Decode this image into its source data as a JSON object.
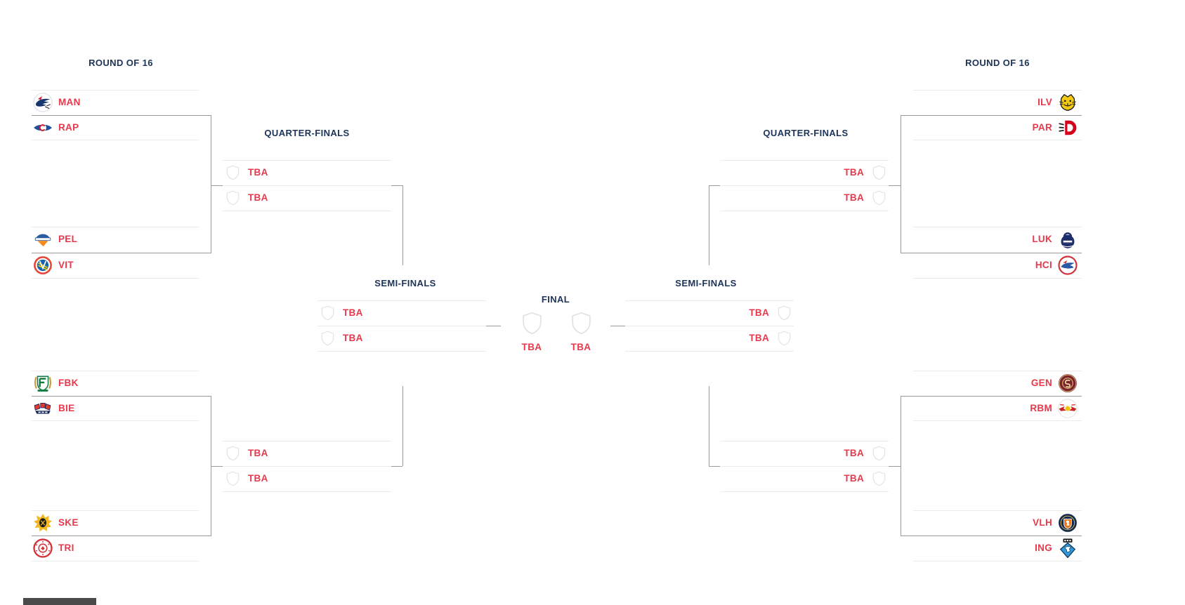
{
  "colors": {
    "accent_red": "#e7394b",
    "header_navy": "#1d3357",
    "line_light": "#ebebeb",
    "line_dark": "#9b9b9b",
    "shield_stroke": "#e4e4e4"
  },
  "labels": {
    "round_of_16": "ROUND OF 16",
    "quarter_finals": "QUARTER-FINALS",
    "semi_finals": "SEMI-FINALS",
    "final": "FINAL",
    "tba": "TBA"
  },
  "left_bracket": {
    "round_of_16": [
      {
        "code": "MAN",
        "logo_icon": "mannheim-eagle-logo"
      },
      {
        "code": "RAP",
        "logo_icon": "vienna-capitals-logo"
      },
      {
        "code": "PEL",
        "logo_icon": "pelicans-lahti-logo"
      },
      {
        "code": "VIT",
        "logo_icon": "vitkovice-logo"
      },
      {
        "code": "FBK",
        "logo_icon": "farjestad-logo"
      },
      {
        "code": "BIE",
        "logo_icon": "ehc-biel-logo"
      },
      {
        "code": "SKE",
        "logo_icon": "skelleftea-logo"
      },
      {
        "code": "TRI",
        "logo_icon": "trinec-logo"
      }
    ],
    "quarter_finals": [
      "TBA",
      "TBA",
      "TBA",
      "TBA"
    ],
    "semi_finals": [
      "TBA",
      "TBA"
    ]
  },
  "right_bracket": {
    "round_of_16": [
      {
        "code": "ILV",
        "logo_icon": "ilves-logo"
      },
      {
        "code": "PAR",
        "logo_icon": "pardubice-logo"
      },
      {
        "code": "LUK",
        "logo_icon": "lukko-logo"
      },
      {
        "code": "HCI",
        "logo_icon": "hc-innsbruck-logo"
      },
      {
        "code": "GEN",
        "logo_icon": "geneve-servette-logo"
      },
      {
        "code": "RBM",
        "logo_icon": "red-bull-munich-logo"
      },
      {
        "code": "VLH",
        "logo_icon": "vaxjo-lakers-logo"
      },
      {
        "code": "ING",
        "logo_icon": "erc-ingolstadt-logo"
      }
    ],
    "quarter_finals": [
      "TBA",
      "TBA",
      "TBA",
      "TBA"
    ],
    "semi_finals": [
      "TBA",
      "TBA"
    ]
  },
  "final": {
    "slots": [
      "TBA",
      "TBA"
    ]
  }
}
